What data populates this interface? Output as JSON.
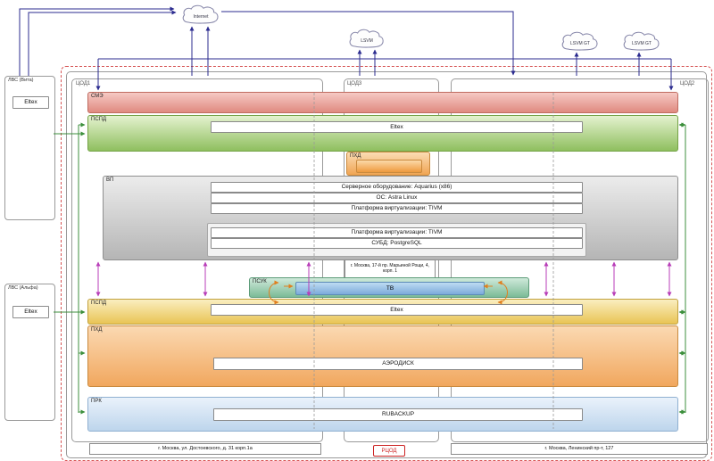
{
  "clouds": [
    {
      "label": "Internet"
    },
    {
      "label": "LSVM"
    },
    {
      "label": "LSVM GT"
    },
    {
      "label": "LSVM GT"
    }
  ],
  "lvs": [
    {
      "title": "ЛВС (Вита)",
      "device": "Eltex"
    },
    {
      "title": "ЛВС (Альфа)",
      "device": "Eltex"
    }
  ],
  "datacenters": {
    "dc1": "ЦОД1",
    "dc3": "ЦОД3",
    "dc2": "ЦОД2",
    "outer_label": "РЦОД"
  },
  "bands": {
    "sme": {
      "label": "СМЭ"
    },
    "pspd_top": {
      "label": "ПСПД",
      "device": "Eltex"
    },
    "phd_small": {
      "label": "ПХД"
    },
    "vp": {
      "label": "ВП",
      "boxes": [
        "Серверное оборудование: Aquarius (x86)",
        "ОС: Astra Linux",
        "Платформа виртуализации: TIVM",
        "Платформа виртуализации: TIVM",
        "СУБД: PostgreSQL"
      ]
    },
    "mid_address": "г. Москва, 17-й пр. Марьиной Рощи, 4, корп. 1",
    "psuk": {
      "label": "ПСУК",
      "device": "ТВ"
    },
    "pspd_bottom": {
      "label": "ПСПД",
      "device": "Eltex"
    },
    "phd": {
      "label": "ПХД",
      "device": "АЭРОДИСК"
    },
    "prk": {
      "label": "ПРК",
      "device": "RUBACKUP"
    }
  },
  "addresses": {
    "left": "г. Москва, ул. Достоевского, д. 31 корп.1а",
    "right": "г. Москва, Ленинский пр-т, 127"
  },
  "colors": {
    "line_blue": "#2b2b8f",
    "line_green": "#3c8f3c",
    "line_magenta": "#b83db8",
    "line_orange": "#e07f1f",
    "rcod_red": "#cc2222"
  }
}
